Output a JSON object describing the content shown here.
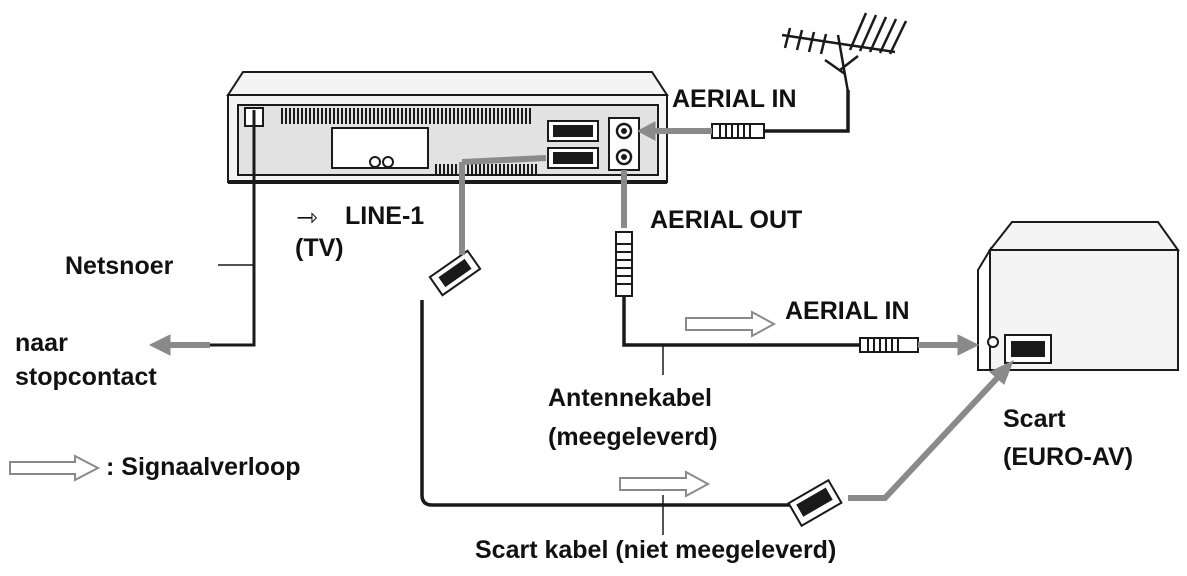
{
  "labels": {
    "aerial_in_top": "AERIAL IN",
    "aerial_out": "AERIAL OUT",
    "aerial_in_tv": "AERIAL IN",
    "line1_icon": "⇾",
    "line1": "LINE-1",
    "line1_tv": "(TV)",
    "netsnoer": "Netsnoer",
    "naar": "naar",
    "stopcontact": "stopcontact",
    "antennekabel": "Antennekabel",
    "antennekabel_sub": "(meegeleverd)",
    "scart": "Scart",
    "scart_euro": "(EURO-AV)",
    "legend": ": Signaalverloop",
    "scart_kabel": "Scart kabel (niet meegeleverd)"
  },
  "colors": {
    "line": "#1a1a1a",
    "signal_arrow": "#8a8a8a",
    "device_fill": "#f4f4f4",
    "panel_fill": "#e2e2e2"
  }
}
